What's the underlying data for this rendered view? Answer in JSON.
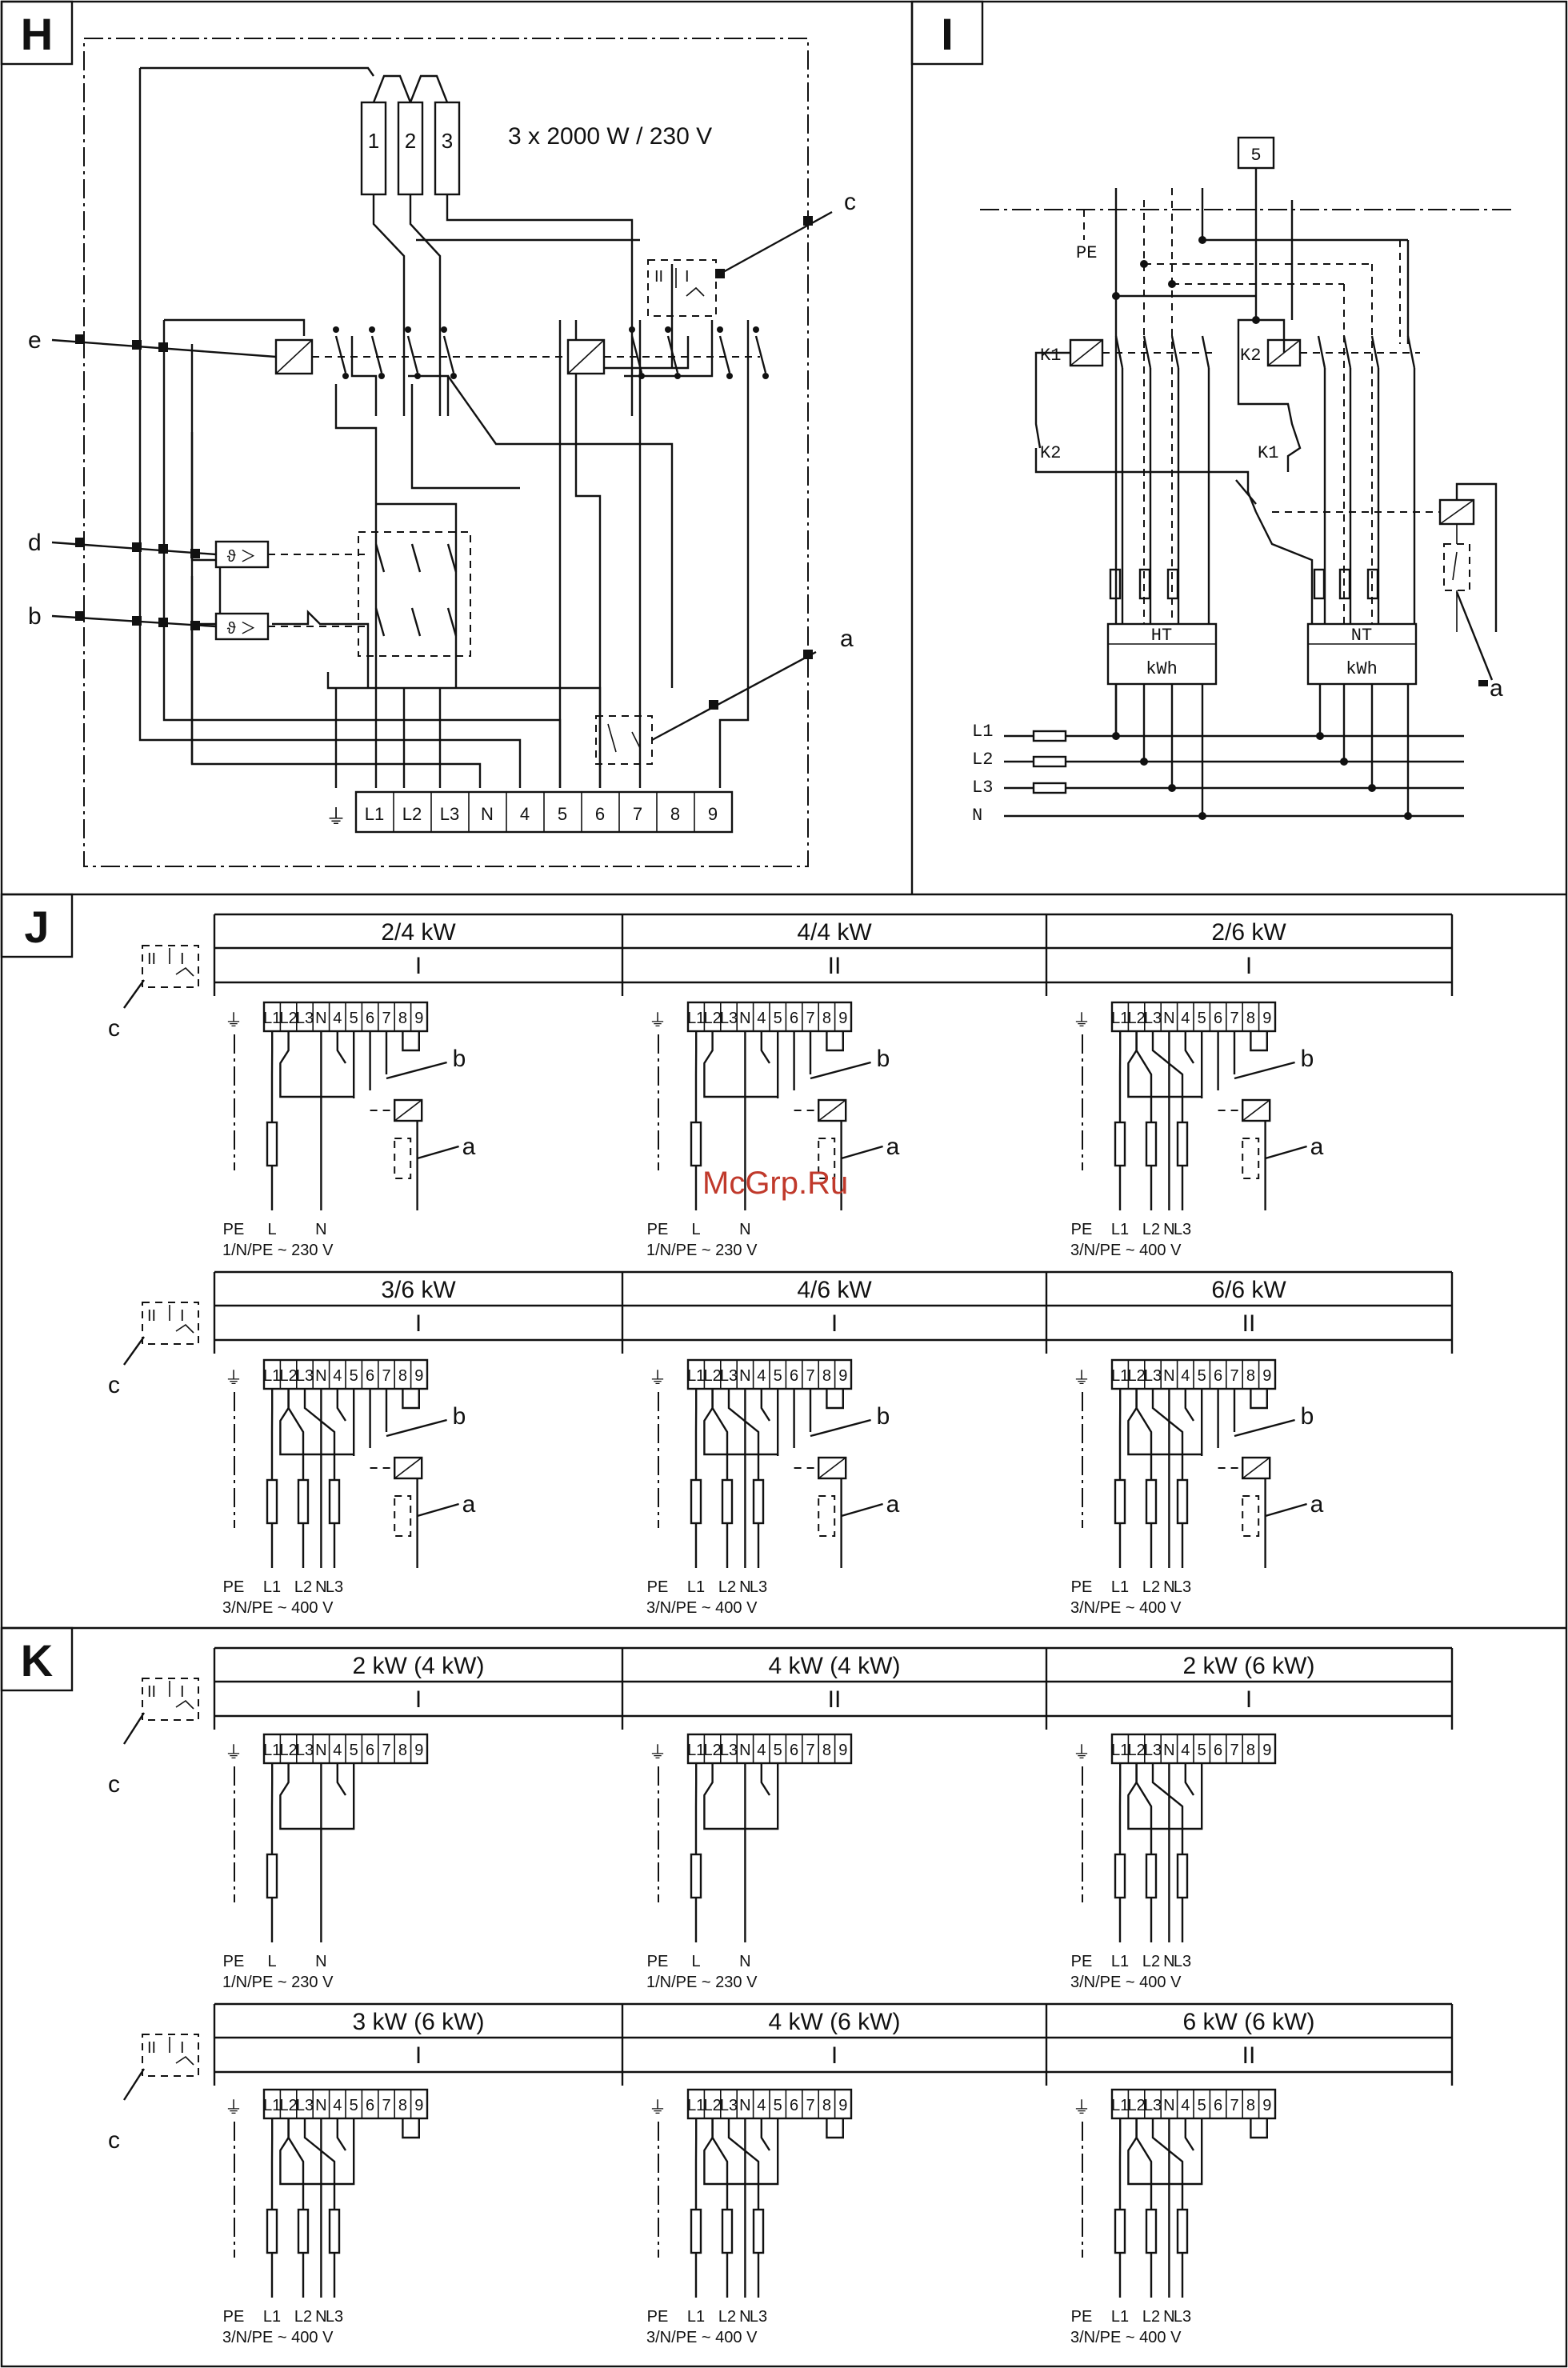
{
  "panels": {
    "H": {
      "letter": "H",
      "title": "3 x 2000 W / 230 V",
      "heaters": [
        "1",
        "2",
        "3"
      ],
      "callouts": [
        "a",
        "b",
        "c",
        "d",
        "e"
      ],
      "terminal_labels": [
        "L1",
        "L2",
        "L3",
        "N",
        "4",
        "5",
        "6",
        "7",
        "8",
        "9"
      ]
    },
    "I": {
      "letter": "I",
      "box5": "5",
      "pe": "PE",
      "k1": "K1",
      "k2": "K2",
      "k2_aux": "K2",
      "k1_aux": "K1",
      "meter_ht": "HT",
      "meter_nt": "NT",
      "kwh": "kWh",
      "lines": [
        "L1",
        "L2",
        "L3",
        "N"
      ],
      "callout": "a"
    },
    "J": {
      "letter": "J",
      "callout_c": "c",
      "callout_b": "b",
      "callout_a": "a",
      "rows": [
        {
          "cells": [
            {
              "power": "2/4 kW",
              "stage": "I",
              "bottom": [
                "PE",
                "L",
                "N"
              ],
              "supply": "1/N/PE ~ 230 V"
            },
            {
              "power": "4/4 kW",
              "stage": "II",
              "bottom": [
                "PE",
                "L",
                "N"
              ],
              "supply": "1/N/PE ~ 230 V"
            },
            {
              "power": "2/6 kW",
              "stage": "I",
              "bottom": [
                "PE",
                "L1",
                "L2",
                "L3",
                "N"
              ],
              "supply": "3/N/PE ~ 400 V"
            }
          ]
        },
        {
          "cells": [
            {
              "power": "3/6 kW",
              "stage": "I",
              "bottom": [
                "PE",
                "L1",
                "L2",
                "L3",
                "N"
              ],
              "supply": "3/N/PE ~ 400 V"
            },
            {
              "power": "4/6 kW",
              "stage": "I",
              "bottom": [
                "PE",
                "L1",
                "L2",
                "L3",
                "N"
              ],
              "supply": "3/N/PE ~ 400 V"
            },
            {
              "power": "6/6 kW",
              "stage": "II",
              "bottom": [
                "PE",
                "L1",
                "L2",
                "L3",
                "N"
              ],
              "supply": "3/N/PE ~ 400 V"
            }
          ]
        }
      ]
    },
    "K": {
      "letter": "K",
      "callout_c": "c",
      "rows": [
        {
          "cells": [
            {
              "power": "2 kW (4 kW)",
              "stage": "I",
              "bottom": [
                "PE",
                "L",
                "N"
              ],
              "supply": "1/N/PE ~ 230 V"
            },
            {
              "power": "4 kW (4 kW)",
              "stage": "II",
              "bottom": [
                "PE",
                "L",
                "N"
              ],
              "supply": "1/N/PE ~ 230 V"
            },
            {
              "power": "2 kW (6 kW)",
              "stage": "I",
              "bottom": [
                "PE",
                "L1",
                "L2",
                "L3",
                "N"
              ],
              "supply": "3/N/PE ~ 400 V"
            }
          ]
        },
        {
          "cells": [
            {
              "power": "3 kW (6 kW)",
              "stage": "I",
              "bottom": [
                "PE",
                "L1",
                "L2",
                "L3",
                "N"
              ],
              "supply": "3/N/PE ~ 400 V"
            },
            {
              "power": "4 kW (6 kW)",
              "stage": "I",
              "bottom": [
                "PE",
                "L1",
                "L2",
                "L3",
                "N"
              ],
              "supply": "3/N/PE ~ 400 V"
            },
            {
              "power": "6 kW (6 kW)",
              "stage": "II",
              "bottom": [
                "PE",
                "L1",
                "L2",
                "L3",
                "N"
              ],
              "supply": "3/N/PE ~ 400 V"
            }
          ]
        }
      ]
    }
  },
  "switch_labels": {
    "II": "II",
    "I": "I"
  },
  "terminal_labels": [
    "L1",
    "L2",
    "L3",
    "N",
    "4",
    "5",
    "6",
    "7",
    "8",
    "9"
  ],
  "watermark": "McGrp.Ru"
}
